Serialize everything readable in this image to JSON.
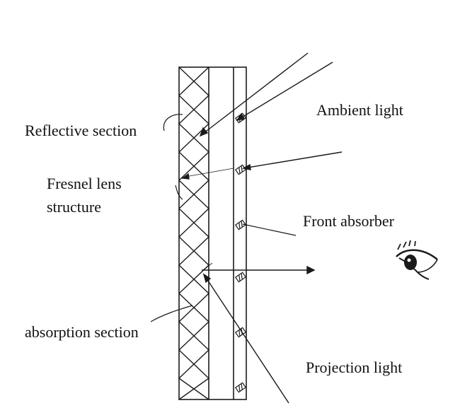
{
  "labels": {
    "reflective_section": "Reflective section",
    "fresnel_line1": "Fresnel lens",
    "fresnel_line2": "structure",
    "absorption_section": "absorption section",
    "ambient_light": "Ambient light",
    "front_absorber": "Front absorber",
    "projection_light": "Projection light"
  },
  "icons": {
    "eye": "eye-icon"
  },
  "colors": {
    "line": "#1a1a1a",
    "text": "#111111",
    "background": "#ffffff"
  }
}
